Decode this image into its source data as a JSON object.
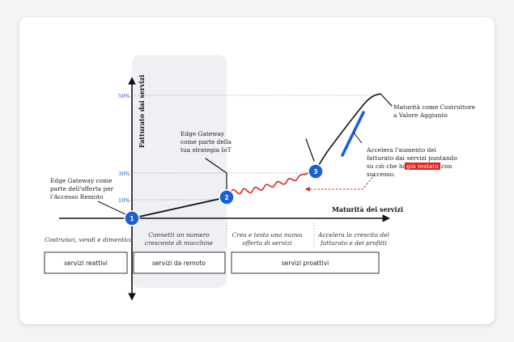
{
  "y_axis_label": "Fatturato dai servizi",
  "x_axis_label": "Maturità dei servizi",
  "y_ticks": [
    "50%",
    "30%",
    "10%"
  ],
  "milestones": [
    "1",
    "2",
    "3"
  ],
  "notes": {
    "edge_remote": [
      "Edge Gateway come",
      "parte dell'offerta per",
      "l'Accesso Remoto"
    ],
    "edge_iot": [
      "Edge Gateway",
      "come parte della",
      "tua strategia IoT"
    ],
    "costruttore": [
      "Maturità come Costruttore",
      "a Valore Aggiunto"
    ],
    "accelera_line1": "Accelera l'aumento dei",
    "accelera_line2": "fatturato dai servizi puntando",
    "accelera_line3_pre": "su ciò che hai ",
    "accelera_highlight": "già testato",
    "accelera_line3_post": " con",
    "accelera_line4": "successo."
  },
  "phase_descriptions": [
    [
      "Costruisci, vendi e dimentica"
    ],
    [
      "Connetti un numero",
      "crescente di macchine"
    ],
    [
      "Crea e testa una nuova",
      "offerta di servizi"
    ],
    [
      "Accelera la crescita del",
      "fatturato e dei profitti"
    ]
  ],
  "phase_boxes": [
    "servizi reattivi",
    "servizi da remoto",
    "servizi proattivi"
  ],
  "colors": {
    "marker": "#1a5ed8",
    "highlight": "#e0201b",
    "curve_red": "#e0201b",
    "curve_blue": "#1a5ed8",
    "band": "#eef0f4"
  }
}
